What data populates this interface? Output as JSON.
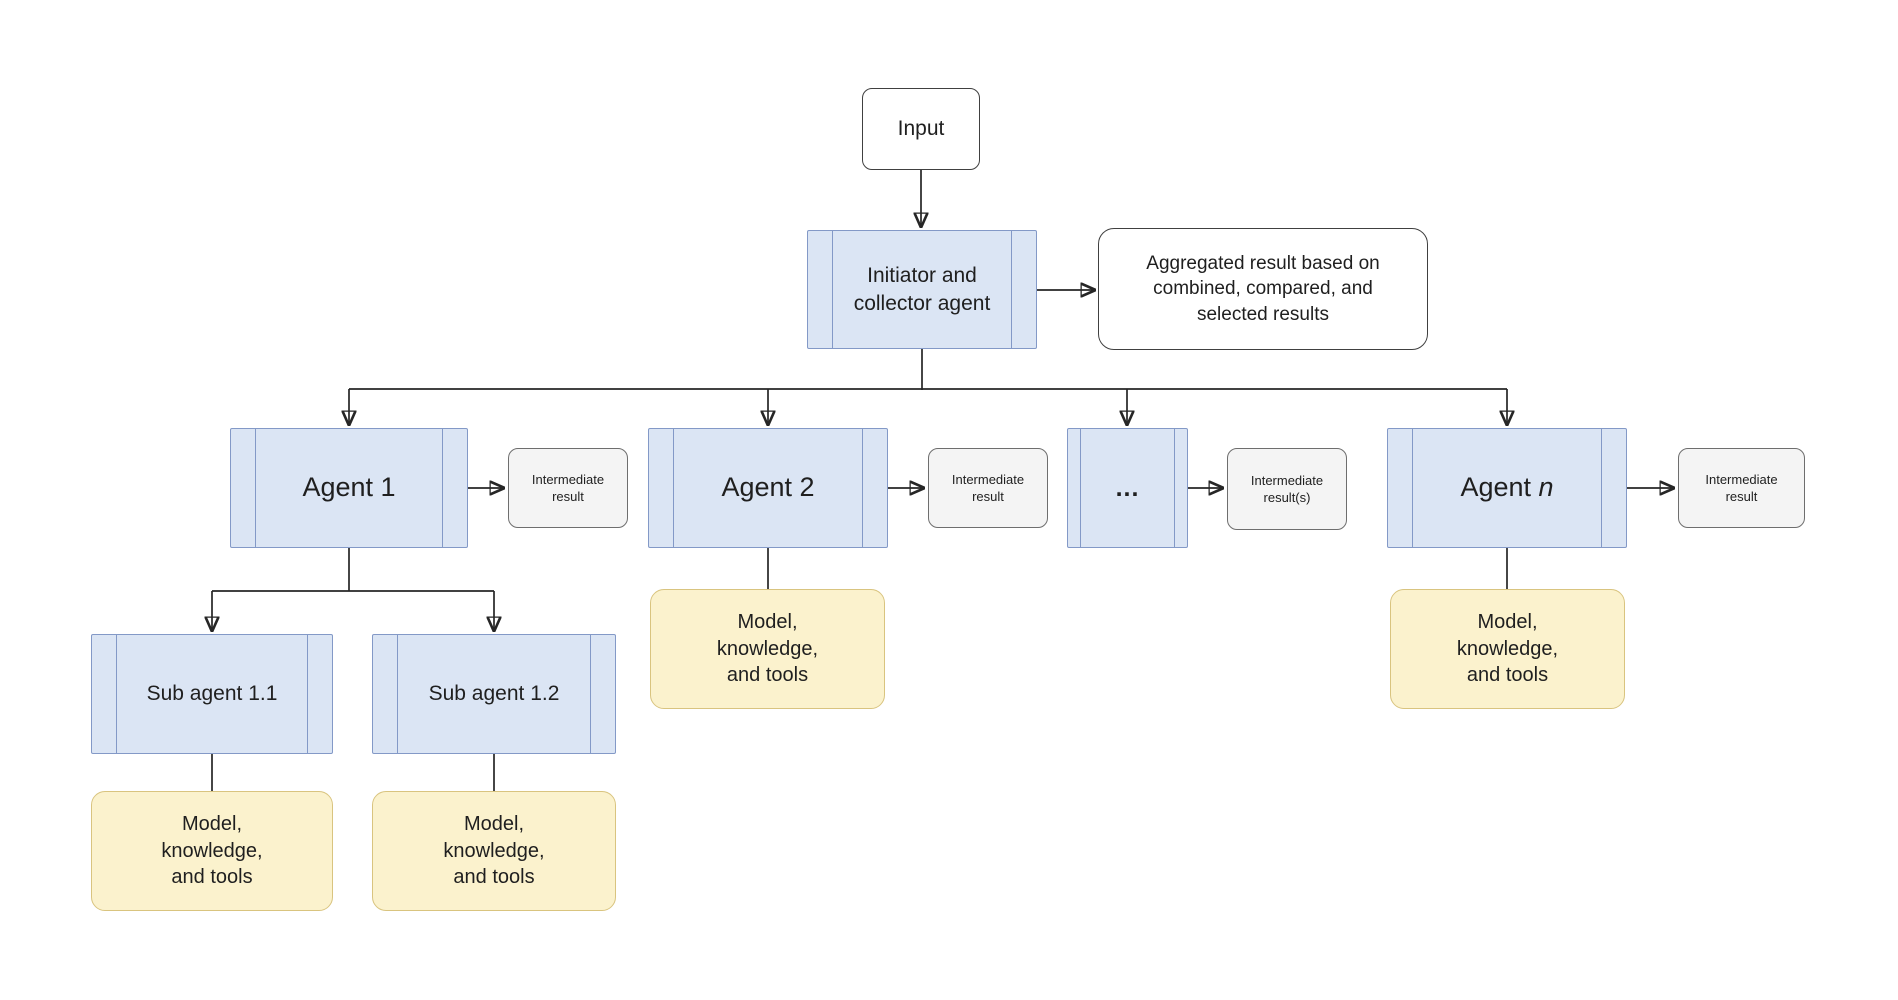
{
  "nodes": {
    "input": {
      "label": "Input"
    },
    "initiator": {
      "label": "Initiator and\ncollector agent"
    },
    "aggregated_result": {
      "label": "Aggregated result based on\ncombined, compared, and\nselected results"
    },
    "agent_1": {
      "label": "Agent 1"
    },
    "agent_2": {
      "label": "Agent 2"
    },
    "agent_ellipsis": {
      "label": "..."
    },
    "agent_n": {
      "label_prefix": "Agent ",
      "label_italic": "n"
    },
    "intermediate_result_1": {
      "label": "Intermediate\nresult"
    },
    "intermediate_result_2": {
      "label": "Intermediate\nresult"
    },
    "intermediate_result_ellipsis": {
      "label": "Intermediate\nresult(s)"
    },
    "intermediate_result_n": {
      "label": "Intermediate\nresult"
    },
    "sub_agent_1_1": {
      "label": "Sub agent 1.1"
    },
    "sub_agent_1_2": {
      "label": "Sub agent 1.2"
    },
    "tools_sub_1_1": {
      "label": "Model,\nknowledge,\nand tools"
    },
    "tools_sub_1_2": {
      "label": "Model,\nknowledge,\nand tools"
    },
    "tools_agent_2": {
      "label": "Model,\nknowledge,\nand tools"
    },
    "tools_agent_n": {
      "label": "Model,\nknowledge,\nand tools"
    }
  },
  "colors": {
    "agent_fill": "#dbe5f4",
    "agent_border": "#8399c7",
    "tools_fill": "#fbf2cd",
    "tools_border": "#d9c47f",
    "result_fill": "#f4f4f4",
    "result_border": "#6e6e6e",
    "io_fill": "#ffffff",
    "io_border": "#404040",
    "connector": "#262626"
  }
}
